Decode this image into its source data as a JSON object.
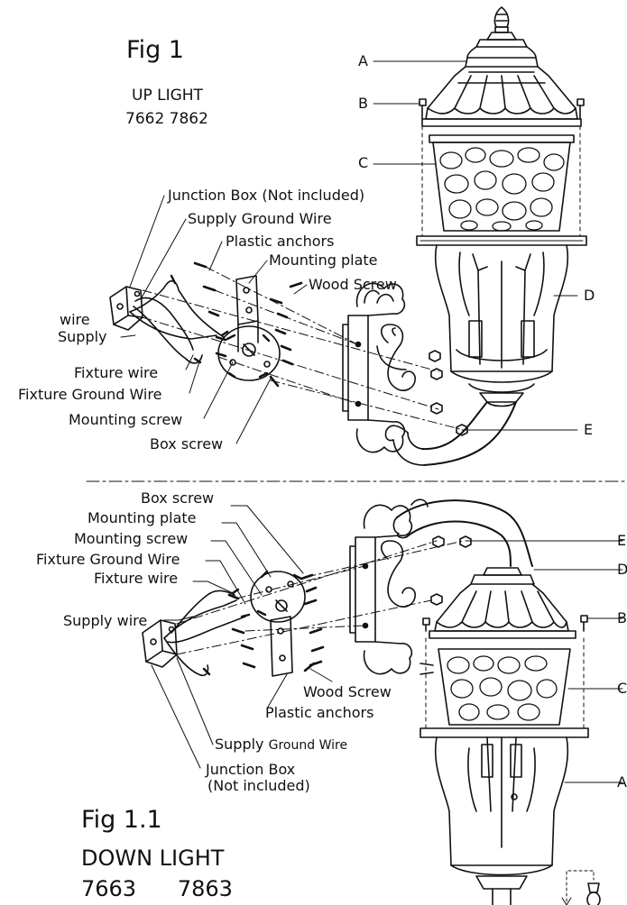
{
  "fig1": {
    "title": "Fig 1",
    "model_header": "UP   LIGHT",
    "model_numbers": "7662  7862",
    "parts": {
      "a": "A",
      "b": "B",
      "c": "C",
      "d": "D",
      "e": "E"
    },
    "labels": {
      "junction_box": "Junction Box (Not included)",
      "supply_ground_wire": "Supply Ground Wire",
      "plastic_anchors": "Plastic anchors",
      "mounting_plate": "Mounting plate",
      "wood_screw": "Wood Screw",
      "wire": "wire",
      "supply": "Supply",
      "fixture_wire": "Fixture wire",
      "fixture_ground_wire": "Fixture Ground Wire",
      "mounting_screw": "Mounting screw",
      "box_screw": "Box screw"
    }
  },
  "fig11": {
    "title": "Fig 1.1",
    "model_header": "DOWN LIGHT",
    "model_numbers": "7663      7863",
    "parts": {
      "e": "E",
      "d": "D",
      "b": "B",
      "c": "C",
      "a": "A"
    },
    "labels": {
      "box_screw": "Box screw",
      "mounting_plate": "Mounting plate",
      "mounting_screw": "Mounting screw",
      "fixture_ground_wire": "Fixture Ground Wire",
      "fixture_wire": "Fixture wire",
      "supply_wire": "Supply wire",
      "wood_screw": "Wood Screw",
      "plastic_anchors": "Plastic anchors",
      "supply": "Supply",
      "ground_wire": "Ground Wire",
      "junction_box": "Junction Box",
      "not_included": "(Not included)"
    }
  }
}
